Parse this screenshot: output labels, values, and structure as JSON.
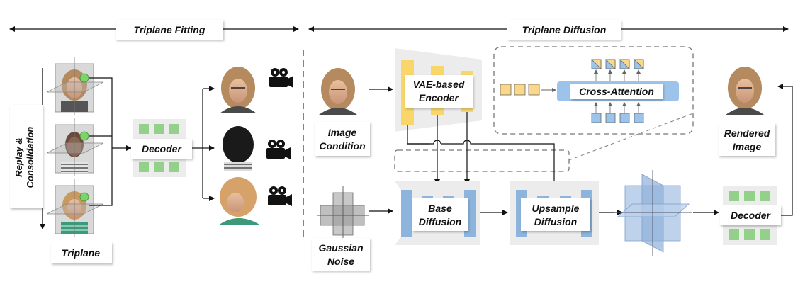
{
  "sections": {
    "fitting_title": "Triplane Fitting",
    "diffusion_title": "Triplane Diffusion"
  },
  "labels": {
    "replay_line1": "Replay &",
    "replay_line2": "Consolidation",
    "triplane": "Triplane",
    "decoder_left": "Decoder",
    "image_condition_line1": "Image",
    "image_condition_line2": "Condition",
    "gaussian_noise_line1": "Gaussian",
    "gaussian_noise_line2": "Noise",
    "vae_line1": "VAE-based",
    "vae_line2": "Encoder",
    "cross_attention": "Cross-Attention",
    "base_line1": "Base",
    "base_line2": "Diffusion",
    "upsample_line1": "Upsample",
    "upsample_line2": "Diffusion",
    "decoder_right": "Decoder",
    "rendered_line1": "Rendered",
    "rendered_line2": "Image"
  },
  "colors": {
    "decoder_green": "#93d08a",
    "encoder_yellow": "#f8d66a",
    "diffusion_blue": "#8db4dd",
    "attention_blue": "#9cc3ea",
    "token_yellow": "#fbd78a",
    "plane_blue": "#a9c3e4",
    "gray_panel": "#ececec"
  },
  "icons": [
    "camera-icon",
    "person-portrait",
    "triplane-plane"
  ]
}
